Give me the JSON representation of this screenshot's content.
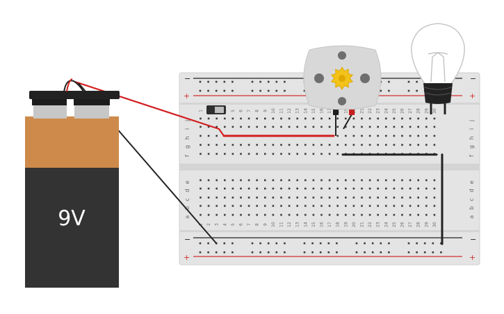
{
  "battery": {
    "label": "9V"
  },
  "breadboard": {
    "columns": [
      "1",
      "2",
      "3",
      "4",
      "5",
      "6",
      "7",
      "8",
      "9",
      "10",
      "11",
      "12",
      "13",
      "14",
      "15",
      "16",
      "17",
      "18",
      "19",
      "20",
      "21",
      "22",
      "23",
      "24",
      "25",
      "26",
      "27",
      "28",
      "29",
      "30"
    ],
    "rows_top": [
      "j",
      "i",
      "h",
      "g",
      "f"
    ],
    "rows_bottom": [
      "e",
      "d",
      "c",
      "b",
      "a"
    ],
    "rail_plus": "+",
    "rail_minus": "−"
  },
  "colors": {
    "board": "#e4e4e4",
    "board_edge": "#cfcfcf",
    "hole": "#3a3a3a",
    "rail_red": "#d22d2d",
    "rail_black": "#222222",
    "wire_red": "#d31f1f",
    "wire_black": "#222222",
    "battery_top": "#cd8a4b",
    "battery_body": "#333333",
    "motor_body": "#d8d8d8",
    "motor_gear": "#f2c31a",
    "bulb_base": "#222222"
  },
  "components": [
    {
      "name": "9V battery",
      "icon": "battery-icon"
    },
    {
      "name": "slide switch",
      "icon": "switch-icon"
    },
    {
      "name": "DC motor",
      "icon": "motor-icon"
    },
    {
      "name": "light bulb",
      "icon": "bulb-icon"
    }
  ]
}
